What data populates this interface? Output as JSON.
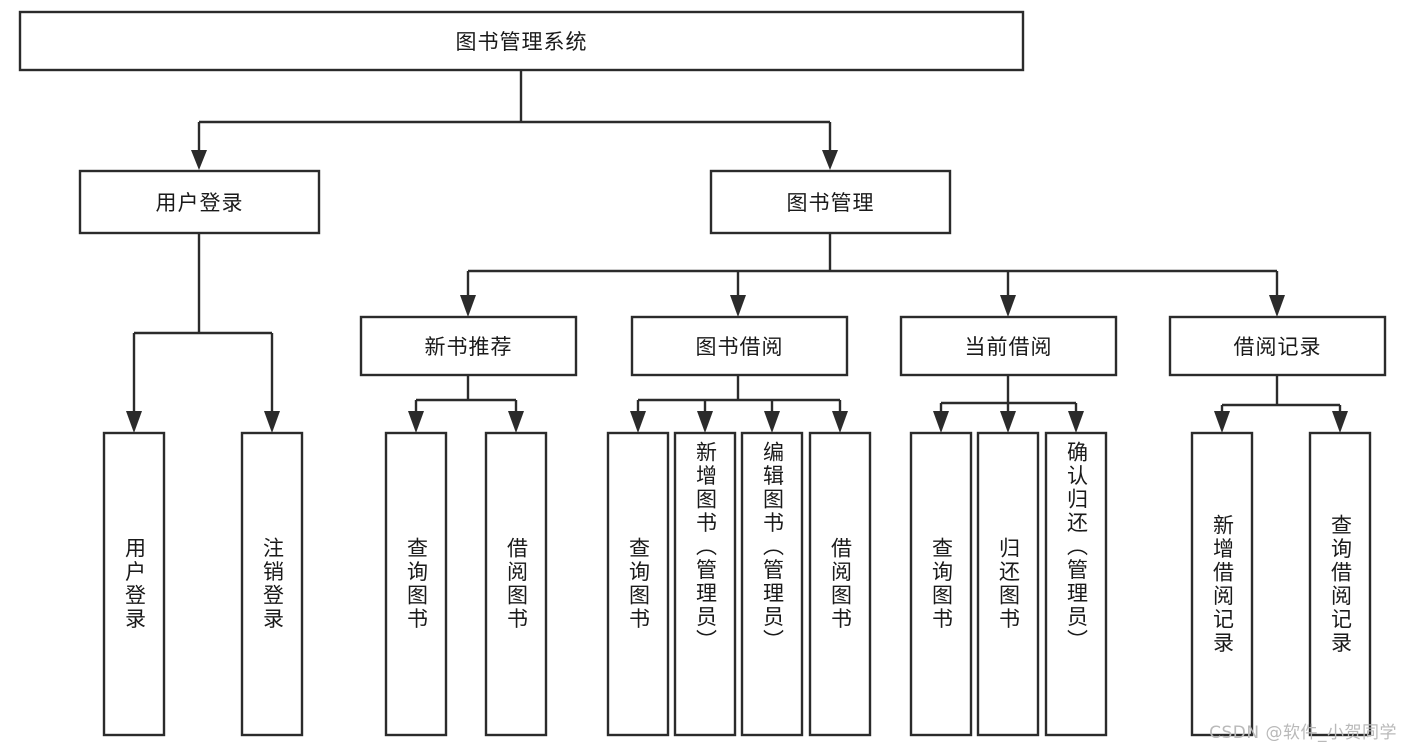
{
  "diagram": {
    "type": "tree-hierarchy",
    "title": "图书管理系统",
    "watermark": "CSDN @软件_小贺同学",
    "colors": {
      "box_stroke": "#2b2b2b",
      "box_fill": "#ffffff",
      "text": "#1a1a1a",
      "background": "#ffffff",
      "watermark": "#b9b9b9"
    },
    "levels": [
      {
        "level": 1,
        "nodes": [
          {
            "id": "root",
            "label": "图书管理系统",
            "orientation": "horizontal"
          }
        ]
      },
      {
        "level": 2,
        "nodes": [
          {
            "id": "user-login",
            "label": "用户登录",
            "orientation": "horizontal",
            "parent": "root"
          },
          {
            "id": "book-manage",
            "label": "图书管理",
            "orientation": "horizontal",
            "parent": "root"
          }
        ]
      },
      {
        "level": 3,
        "nodes": [
          {
            "id": "new-book-rec",
            "label": "新书推荐",
            "orientation": "horizontal",
            "parent": "book-manage"
          },
          {
            "id": "book-borrow",
            "label": "图书借阅",
            "orientation": "horizontal",
            "parent": "book-manage"
          },
          {
            "id": "current-borrow",
            "label": "当前借阅",
            "orientation": "horizontal",
            "parent": "book-manage"
          },
          {
            "id": "borrow-record",
            "label": "借阅记录",
            "orientation": "horizontal",
            "parent": "book-manage"
          }
        ]
      },
      {
        "level": 4,
        "nodes": [
          {
            "id": "leaf-user-login",
            "label": "用户登录",
            "orientation": "vertical",
            "parent": "user-login"
          },
          {
            "id": "leaf-logout-login",
            "label": "注销登录",
            "orientation": "vertical",
            "parent": "user-login"
          },
          {
            "id": "leaf-query-book-1",
            "label": "查询图书",
            "orientation": "vertical",
            "parent": "new-book-rec"
          },
          {
            "id": "leaf-borrow-book-1",
            "label": "借阅图书",
            "orientation": "vertical",
            "parent": "new-book-rec"
          },
          {
            "id": "leaf-query-book-2",
            "label": "查询图书",
            "orientation": "vertical",
            "parent": "book-borrow"
          },
          {
            "id": "leaf-add-book",
            "label": "新增图书（管理员）",
            "orientation": "vertical",
            "parent": "book-borrow"
          },
          {
            "id": "leaf-edit-book",
            "label": "编辑图书（管理员）",
            "orientation": "vertical",
            "parent": "book-borrow"
          },
          {
            "id": "leaf-borrow-book-2",
            "label": "借阅图书",
            "orientation": "vertical",
            "parent": "book-borrow"
          },
          {
            "id": "leaf-query-book-3",
            "label": "查询图书",
            "orientation": "vertical",
            "parent": "current-borrow"
          },
          {
            "id": "leaf-return-book",
            "label": "归还图书",
            "orientation": "vertical",
            "parent": "current-borrow"
          },
          {
            "id": "leaf-confirm-return",
            "label": "确认归还（管理员）",
            "orientation": "vertical",
            "parent": "current-borrow"
          },
          {
            "id": "leaf-add-record",
            "label": "新增借阅记录",
            "orientation": "vertical",
            "parent": "borrow-record"
          },
          {
            "id": "leaf-query-record",
            "label": "查询借阅记录",
            "orientation": "vertical",
            "parent": "borrow-record"
          }
        ]
      }
    ]
  }
}
